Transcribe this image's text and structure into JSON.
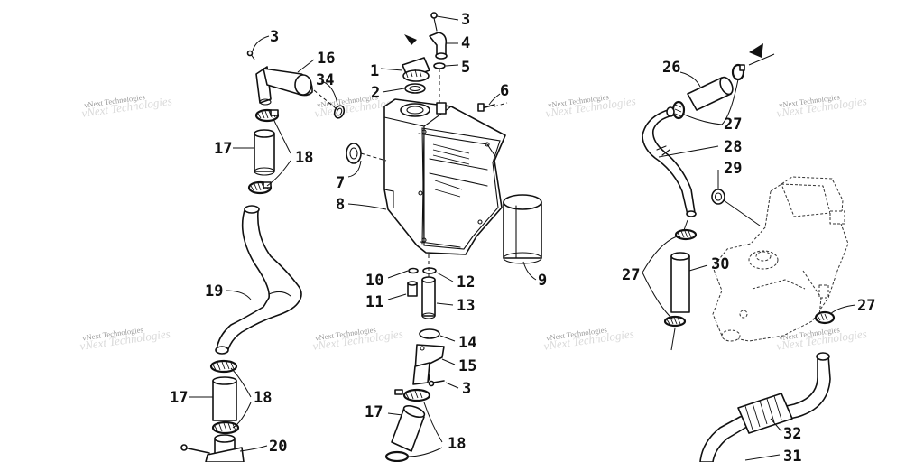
{
  "watermark": {
    "text": "vNext Technologies",
    "instances": 8
  },
  "callouts": [
    {
      "id": "c3a",
      "label": "3"
    },
    {
      "id": "c16",
      "label": "16"
    },
    {
      "id": "c34",
      "label": "34"
    },
    {
      "id": "c17a",
      "label": "17"
    },
    {
      "id": "c18a",
      "label": "18"
    },
    {
      "id": "c19",
      "label": "19"
    },
    {
      "id": "c17b",
      "label": "17"
    },
    {
      "id": "c18b",
      "label": "18"
    },
    {
      "id": "c20",
      "label": "20"
    },
    {
      "id": "c3b",
      "label": "3"
    },
    {
      "id": "c4",
      "label": "4"
    },
    {
      "id": "c1",
      "label": "1"
    },
    {
      "id": "c5",
      "label": "5"
    },
    {
      "id": "c2",
      "label": "2"
    },
    {
      "id": "c6",
      "label": "6"
    },
    {
      "id": "c7",
      "label": "7"
    },
    {
      "id": "c8",
      "label": "8"
    },
    {
      "id": "c9",
      "label": "9"
    },
    {
      "id": "c10",
      "label": "10"
    },
    {
      "id": "c12",
      "label": "12"
    },
    {
      "id": "c11",
      "label": "11"
    },
    {
      "id": "c13",
      "label": "13"
    },
    {
      "id": "c14",
      "label": "14"
    },
    {
      "id": "c15",
      "label": "15"
    },
    {
      "id": "c3c",
      "label": "3"
    },
    {
      "id": "c17c",
      "label": "17"
    },
    {
      "id": "c18c",
      "label": "18"
    },
    {
      "id": "c26",
      "label": "26"
    },
    {
      "id": "c27a",
      "label": "27"
    },
    {
      "id": "c28",
      "label": "28"
    },
    {
      "id": "c29",
      "label": "29"
    },
    {
      "id": "c27b",
      "label": "27"
    },
    {
      "id": "c30",
      "label": "30"
    },
    {
      "id": "c27c",
      "label": "27"
    },
    {
      "id": "c32",
      "label": "32"
    },
    {
      "id": "c31",
      "label": "31"
    }
  ]
}
